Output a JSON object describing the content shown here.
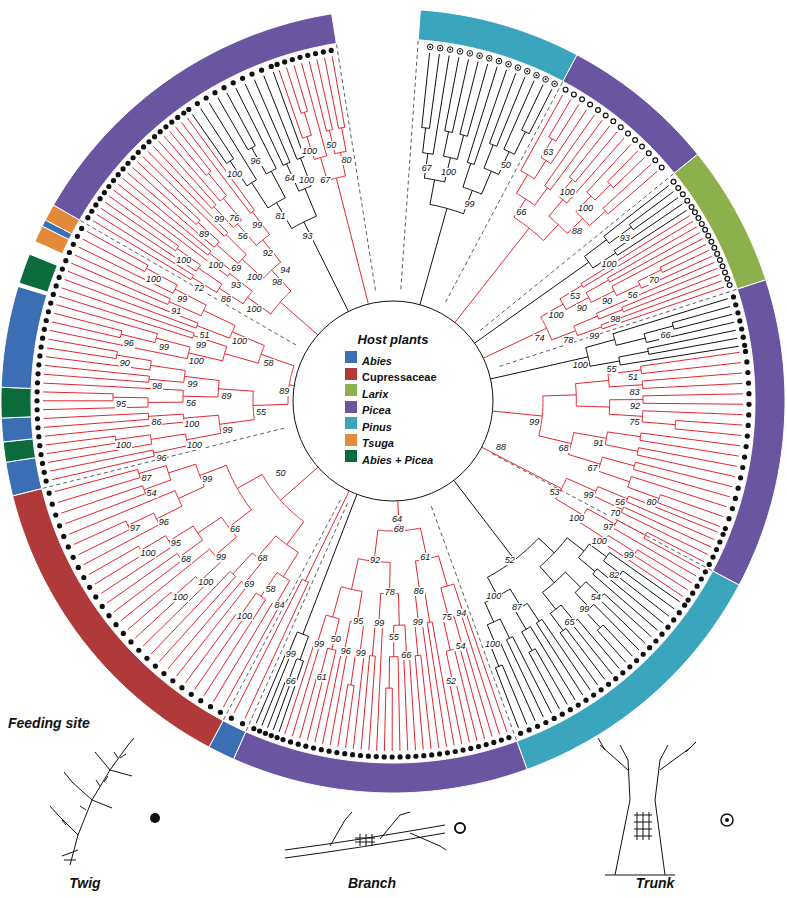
{
  "diagram": {
    "labels": [
      "Host plants",
      "Feeding site",
      "67",
      "100",
      "99",
      "50",
      "63",
      "66",
      "100",
      "100",
      "88",
      "93",
      "100",
      "53",
      "100",
      "90",
      "90",
      "70",
      "74",
      "56",
      "98",
      "78",
      "99",
      "66",
      "100",
      "55",
      "51",
      "83",
      "92",
      "75",
      "99",
      "91",
      "68",
      "67",
      "80",
      "56",
      "99",
      "70",
      "53",
      "97",
      "100",
      "99",
      "100",
      "82",
      "54",
      "99",
      "65",
      "52",
      "87",
      "100",
      "100",
      "94",
      "54",
      "75",
      "61",
      "52",
      "86",
      "99",
      "66",
      "68",
      "55",
      "78",
      "99",
      "92",
      "99",
      "95",
      "96",
      "50",
      "61",
      "99",
      "66",
      "99",
      "84",
      "58",
      "100",
      "69",
      "68",
      "100",
      "100",
      "99",
      "66",
      "68",
      "95",
      "100",
      "96",
      "97",
      "99",
      "54",
      "87",
      "96",
      "100",
      "100",
      "99",
      "100",
      "86",
      "55",
      "95",
      "56",
      "89",
      "98",
      "99",
      "89",
      "90",
      "100",
      "96",
      "99",
      "99",
      "58",
      "51",
      "100",
      "91",
      "99",
      "100",
      "72",
      "86",
      "100",
      "100",
      "93",
      "100",
      "69",
      "89",
      "100",
      "98",
      "99",
      "56",
      "76",
      "92",
      "99",
      "100",
      "81",
      "96",
      "93",
      "64",
      "100",
      "100",
      "67",
      "50",
      "80",
      "94",
      "50",
      "88",
      "64"
    ],
    "legend": [
      {
        "text": "Abies",
        "color": "#3c6eb4"
      },
      {
        "text": "Cupressaceae",
        "color": "#b03a3a"
      },
      {
        "text": "Larix",
        "color": "#8cb04b"
      },
      {
        "text": "Picea",
        "color": "#6a56a0"
      },
      {
        "text": "Pinus",
        "color": "#3ba5bd"
      },
      {
        "text": "Tsuga",
        "color": "#e2893a"
      },
      {
        "text": "Abies + Picea",
        "color": "#0c6b3a"
      },
      {
        "text": "Twig"
      },
      {
        "text": "Branch"
      },
      {
        "text": "Trunk"
      }
    ]
  }
}
